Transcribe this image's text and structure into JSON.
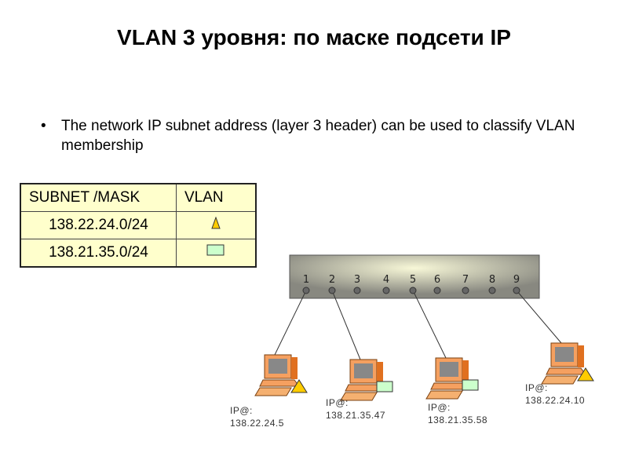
{
  "title": "VLAN 3 уровня: по маске подсети IP",
  "bullet": "The network IP subnet address (layer 3 header) can be used to classify VLAN membership",
  "table": {
    "headers": [
      "SUBNET /MASK",
      "VLAN"
    ],
    "rows": [
      {
        "subnet": "138.22.24.0/24",
        "vlan_icon": "triangle"
      },
      {
        "subnet": "138.21.35.0/24",
        "vlan_icon": "rectangle"
      }
    ]
  },
  "switch": {
    "ports": [
      "1",
      "2",
      "3",
      "4",
      "5",
      "6",
      "7",
      "8",
      "9"
    ]
  },
  "hosts": [
    {
      "port": 1,
      "vlan_icon": "triangle",
      "label": "IP@:",
      "ip": "138.22.24.5"
    },
    {
      "port": 2,
      "vlan_icon": "rectangle",
      "label": "IP@:",
      "ip": "138.21.35.47"
    },
    {
      "port": 5,
      "vlan_icon": "rectangle",
      "label": "IP@:",
      "ip": "138.21.35.58"
    },
    {
      "port": 9,
      "vlan_icon": "triangle",
      "label": "IP@:",
      "ip": "138.22.24.10"
    }
  ],
  "colors": {
    "triangle": "#ffcc00",
    "rectangle": "#ccffcc",
    "table_bg": "#ffffcc",
    "computer": "#f5a060"
  }
}
